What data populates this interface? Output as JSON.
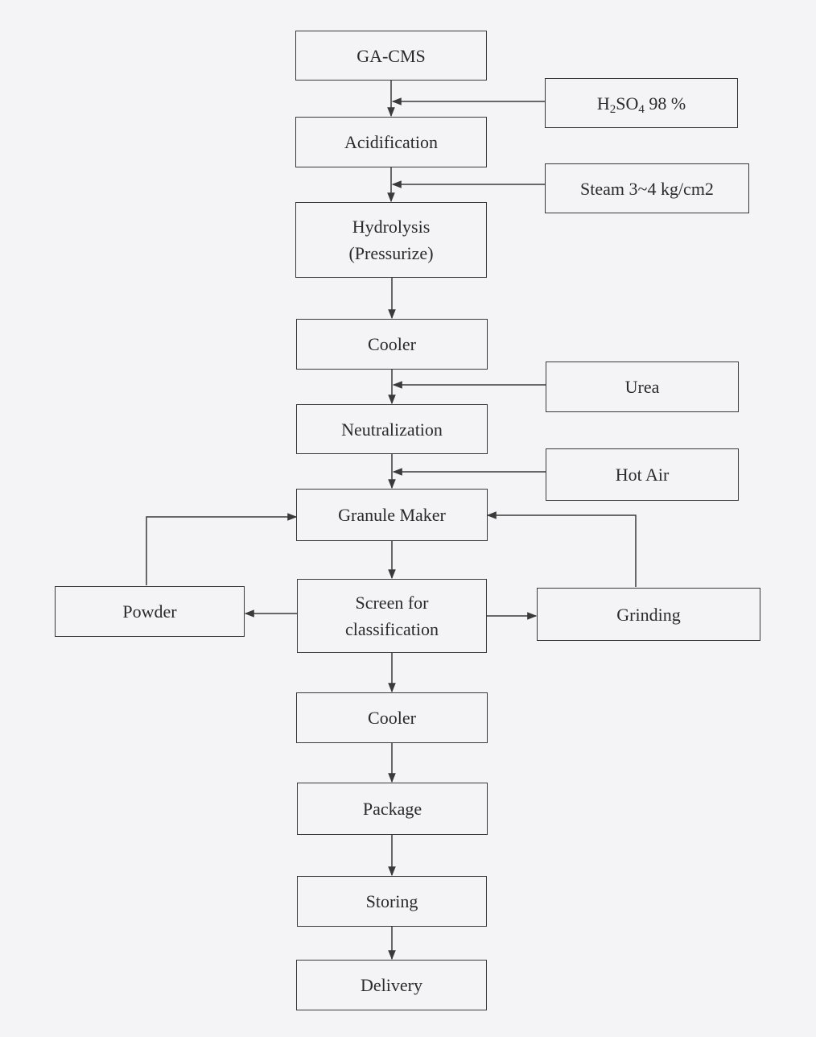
{
  "steps": {
    "ga_cms": "GA-CMS",
    "acidification": "Acidification",
    "hydrolysis_1": "Hydrolysis",
    "hydrolysis_2": "(Pressurize)",
    "cooler_1": "Cooler",
    "neutralization": "Neutralization",
    "granule_maker": "Granule Maker",
    "screen_1": "Screen for",
    "screen_2": "classification",
    "cooler_2": "Cooler",
    "package": "Package",
    "storing": "Storing",
    "delivery": "Delivery"
  },
  "inputs": {
    "acid_h": "H",
    "acid_sub2": "2",
    "acid_so": "SO",
    "acid_sub4": "4",
    "acid_pct": " 98 %",
    "steam": "Steam 3~4 kg/cm2",
    "urea": "Urea",
    "hot_air": "Hot Air"
  },
  "side": {
    "powder": "Powder",
    "grinding": "Grinding"
  },
  "colors": {
    "line": "#3a3a3a",
    "background": "#f4f4f7"
  }
}
